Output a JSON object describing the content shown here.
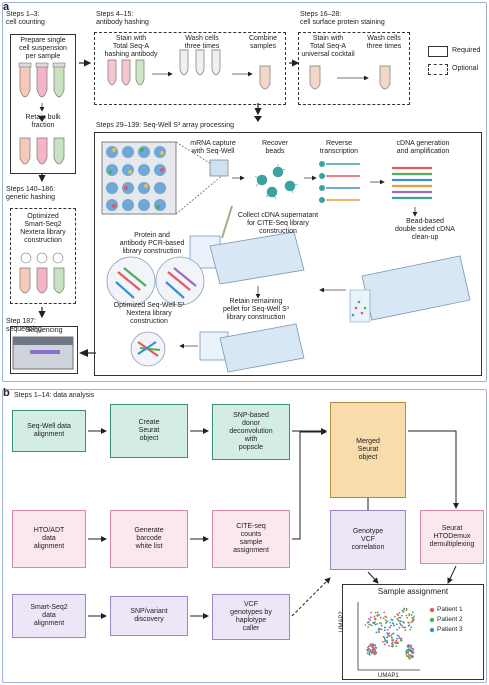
{
  "panel_a": {
    "label": "a",
    "s1_header": "Steps 1–3:\ncell counting",
    "s1_box": "Prepare single\ncell suspension\nper sample",
    "s1_retain": "Retain bulk\nfraction",
    "s2_header": "Steps 4–15:\nantibody hashing",
    "s2_stain": "Stain with\nTotal Seq-A\nhashing antibody",
    "s2_wash": "Wash cells\nthree times",
    "s2_combine": "Combine\nsamples",
    "s3_header": "Steps 16–28:\ncell surface protein staining",
    "s3_stain": "Stain with\nTotal Seq-A\nuniversal cocktail",
    "s3_wash": "Wash cells\nthree times",
    "legend_required": "Required",
    "legend_optional": "Optional",
    "s4_header": "Steps 29–139: Seq-Well S³ array processing",
    "mrna": "mRNA capture\nwith Seq-Well",
    "recover": "Recover\nbeads",
    "reverse": "Reverse\ntranscription",
    "cdna": "cDNA generation\nand amplification",
    "protein": "Protein and\nantibody PCR-based\nlibrary construction",
    "collect": "Collect cDNA supernatant\nfor CITE-Seq library\nconstruction",
    "bead": "Bead-based\ndouble sided cDNA\nclean-up",
    "retain_pellet": "Retain remaining\npellet for Seq-Well S³\nlibrary construction",
    "optimized_nextera": "Optimized Seq-Well S³\nNextera library\nconstruction",
    "s5_header": "Steps 140–186:\ngenetic hashing",
    "s5_box": "Optimized\nSmart-Seq2\nNextera library\nconstruction",
    "s6_header": "Step 187:\nsequencing",
    "sequencing": "Sequencing"
  },
  "panel_b": {
    "label": "b",
    "header": "Steps 1–14: data analysis",
    "n_seqwell_align": "Seq-Well data\nalignment",
    "n_seurat_obj": "Create\nSeurat\nobject",
    "n_snp_donor": "SNP-based\ndonor\ndeconvolution\nwith\npopscle",
    "n_merged": "Merged\nSeurat\nobject",
    "n_hto_align": "HTO/ADT\ndata\nalignment",
    "n_barcode": "Generate\nbarcode\nwhite list",
    "n_citeseq": "CITE-seq\ncounts\nsample\nassignment",
    "n_genotype": "Genotype\nVCF\ncorrelation",
    "n_htodemux": "Seurat\nHTODemux\ndemultiplexing",
    "n_smartseq_align": "Smart-Seq2\ndata\nalignment",
    "n_snp_variant": "SNP/variant\ndiscovery",
    "n_vcf": "VCF\ngenotypes by\nhaplotype\ncaller",
    "umap": {
      "title": "Sample assignment",
      "xlabel": "UMAP1",
      "ylabel": "UMAP2",
      "legend": [
        "Patient 1",
        "Patient 2",
        "Patient 3"
      ]
    }
  },
  "colors": {
    "panel_border": "#9cb3d6",
    "green": "#d3ece4",
    "pink": "#fbe7ee",
    "lilac": "#ede6f7",
    "gold": "#f8dcab",
    "patient1": "#e8575c",
    "patient2": "#4fae55",
    "patient3": "#3a8fd0"
  }
}
